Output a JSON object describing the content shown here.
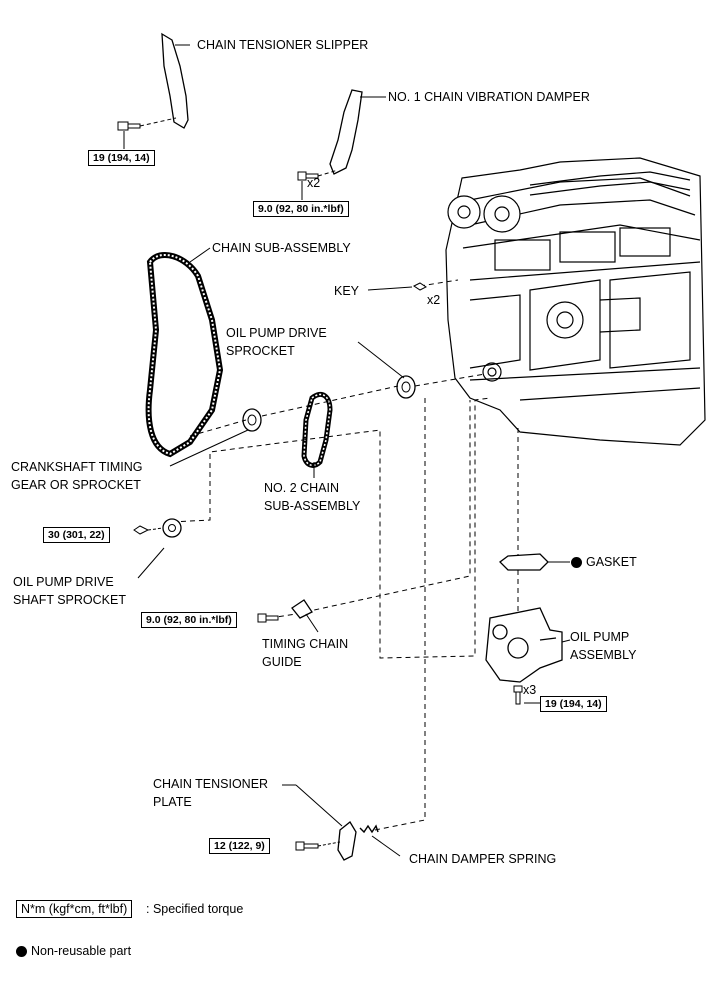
{
  "parts": {
    "chain_tensioner_slipper": "CHAIN TENSIONER SLIPPER",
    "no1_chain_vibration_damper": "NO. 1 CHAIN VIBRATION DAMPER",
    "chain_sub_assembly": "CHAIN SUB-ASSEMBLY",
    "key": "KEY",
    "oil_pump_drive_sprocket_1": "OIL PUMP DRIVE",
    "oil_pump_drive_sprocket_2": "SPROCKET",
    "crankshaft_timing_1": "CRANKSHAFT TIMING",
    "crankshaft_timing_2": "GEAR OR SPROCKET",
    "no2_chain_1": "NO. 2 CHAIN",
    "no2_chain_2": "SUB-ASSEMBLY",
    "oil_pump_drive_shaft_1": "OIL PUMP DRIVE",
    "oil_pump_drive_shaft_2": "SHAFT SPROCKET",
    "gasket": "GASKET",
    "timing_chain_guide_1": "TIMING CHAIN",
    "timing_chain_guide_2": "GUIDE",
    "oil_pump_assembly_1": "OIL PUMP",
    "oil_pump_assembly_2": "ASSEMBLY",
    "chain_tensioner_plate_1": "CHAIN TENSIONER",
    "chain_tensioner_plate_2": "PLATE",
    "chain_damper_spring": "CHAIN DAMPER SPRING"
  },
  "torques": {
    "slipper_bolt": "19 (194, 14)",
    "damper_bolts": "9.0 (92, 80 in.*lbf)",
    "shaft_sprocket_nut": "30 (301, 22)",
    "guide_bolt": "9.0 (92, 80 in.*lbf)",
    "pump_bolts": "19 (194, 14)",
    "tensioner_plate_bolt": "12 (122, 9)"
  },
  "quantities": {
    "damper_bolts": "x2",
    "key": "x2",
    "pump_bolts": "x3"
  },
  "legend": {
    "torque_box": "N*m (kgf*cm, ft*lbf)",
    "torque_text": ": Specified torque",
    "non_reusable": "Non-reusable part"
  }
}
